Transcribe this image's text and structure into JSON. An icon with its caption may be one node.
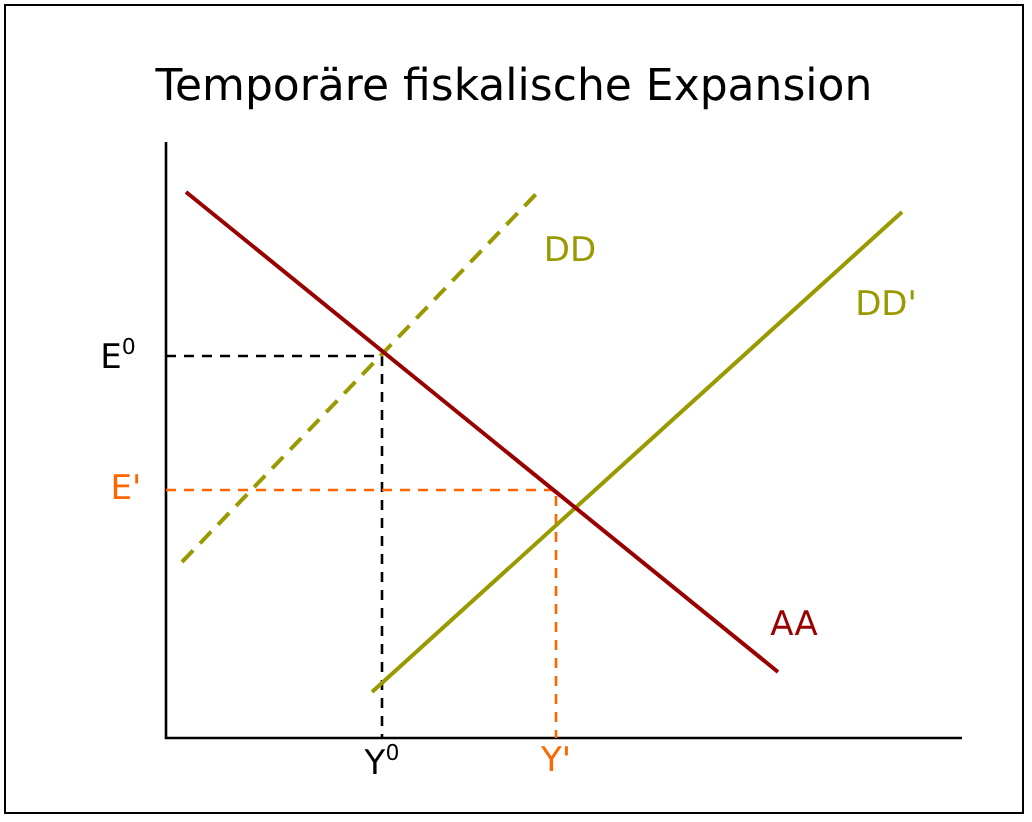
{
  "diagram": {
    "title": "Temporäre fiskalische Expansion",
    "labels": [
      "DD",
      "DD'",
      "E$^{0}$",
      "E'",
      "AA",
      "Y$^{0}$",
      "Y'"
    ]
  }
}
